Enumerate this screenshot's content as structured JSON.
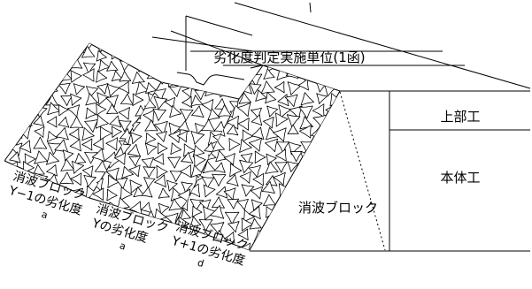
{
  "diagram": {
    "evaluation_unit_label": "劣化度判定実施単位(1函)",
    "superstructure_label": "上部工",
    "main_body_label": "本体工",
    "armor_block_label": "消波ブロック",
    "block_groups": [
      {
        "line1": "消波ブロック",
        "line2": "Y−1の劣化度",
        "grade": "a"
      },
      {
        "line1": "消波ブロック",
        "line2": "Yの劣化度",
        "grade": "a"
      },
      {
        "line1": "消波ブロック",
        "line2": "Y+1の劣化度",
        "grade": "d"
      }
    ]
  }
}
